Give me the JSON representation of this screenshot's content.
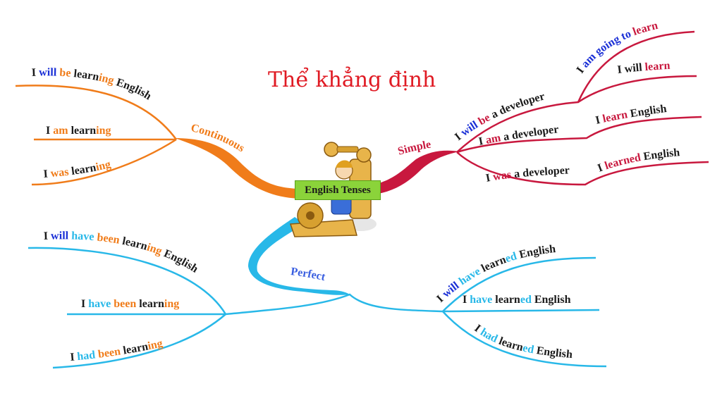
{
  "title": "Thể khẳng định",
  "center": {
    "label": "English Tenses"
  },
  "colors": {
    "black": "#1a1a1a",
    "blue": "#1a2fd6",
    "continuous": "#f07c1a",
    "simple": "#c8183e",
    "perfect": "#28b8e8",
    "perfect_label": "#3a5fe0"
  },
  "continuous": {
    "label": "Continuous",
    "items": [
      [
        [
          "I ",
          "black"
        ],
        [
          "will ",
          "blue"
        ],
        [
          "be ",
          "continuous"
        ],
        [
          "learn",
          "black"
        ],
        [
          "ing",
          "continuous"
        ],
        [
          " English",
          "black"
        ]
      ],
      [
        [
          "I ",
          "black"
        ],
        [
          "am ",
          "continuous"
        ],
        [
          "learn",
          "black"
        ],
        [
          "ing",
          "continuous"
        ]
      ],
      [
        [
          "I ",
          "black"
        ],
        [
          "was ",
          "continuous"
        ],
        [
          "learn",
          "black"
        ],
        [
          "ing",
          "continuous"
        ]
      ]
    ]
  },
  "simple": {
    "label": "Simple",
    "branches": [
      {
        "main": [
          [
            "I ",
            "black"
          ],
          [
            "will ",
            "blue"
          ],
          [
            "be ",
            "simple"
          ],
          [
            "a developer",
            "black"
          ]
        ],
        "subs": [
          [
            [
              "I ",
              "black"
            ],
            [
              "am going to ",
              "blue"
            ],
            [
              "learn",
              "simple"
            ]
          ],
          [
            [
              "I will ",
              "black"
            ],
            [
              "learn",
              "simple"
            ]
          ]
        ]
      },
      {
        "main": [
          [
            "I ",
            "black"
          ],
          [
            "am ",
            "simple"
          ],
          [
            "a developer",
            "black"
          ]
        ],
        "subs": [
          [
            [
              "I ",
              "black"
            ],
            [
              "learn ",
              "simple"
            ],
            [
              "English",
              "black"
            ]
          ]
        ]
      },
      {
        "main": [
          [
            "I ",
            "black"
          ],
          [
            "was ",
            "simple"
          ],
          [
            "a developer",
            "black"
          ]
        ],
        "subs": [
          [
            [
              "I ",
              "black"
            ],
            [
              "learned ",
              "simple"
            ],
            [
              "English",
              "black"
            ]
          ]
        ]
      }
    ]
  },
  "perfect": {
    "label": "Perfect",
    "left": [
      [
        [
          "I ",
          "black"
        ],
        [
          "will ",
          "blue"
        ],
        [
          "have ",
          "perfect"
        ],
        [
          "been ",
          "continuous"
        ],
        [
          "learn",
          "black"
        ],
        [
          "ing",
          "continuous"
        ],
        [
          " English",
          "black"
        ]
      ],
      [
        [
          "I ",
          "black"
        ],
        [
          "have ",
          "perfect"
        ],
        [
          "been ",
          "continuous"
        ],
        [
          "learn",
          "black"
        ],
        [
          "ing",
          "continuous"
        ]
      ],
      [
        [
          "I ",
          "black"
        ],
        [
          "had ",
          "perfect"
        ],
        [
          "been ",
          "continuous"
        ],
        [
          "learn",
          "black"
        ],
        [
          "ing",
          "continuous"
        ]
      ]
    ],
    "right": [
      [
        [
          "I ",
          "black"
        ],
        [
          "will ",
          "blue"
        ],
        [
          "have ",
          "perfect"
        ],
        [
          "learn",
          "black"
        ],
        [
          "ed",
          "perfect"
        ],
        [
          " English",
          "black"
        ]
      ],
      [
        [
          "I ",
          "black"
        ],
        [
          "have ",
          "perfect"
        ],
        [
          "learn",
          "black"
        ],
        [
          "ed",
          "perfect"
        ],
        [
          " English",
          "black"
        ]
      ],
      [
        [
          "I ",
          "black"
        ],
        [
          "had ",
          "perfect"
        ],
        [
          "learn",
          "black"
        ],
        [
          "ed",
          "perfect"
        ],
        [
          " English",
          "black"
        ]
      ]
    ]
  }
}
